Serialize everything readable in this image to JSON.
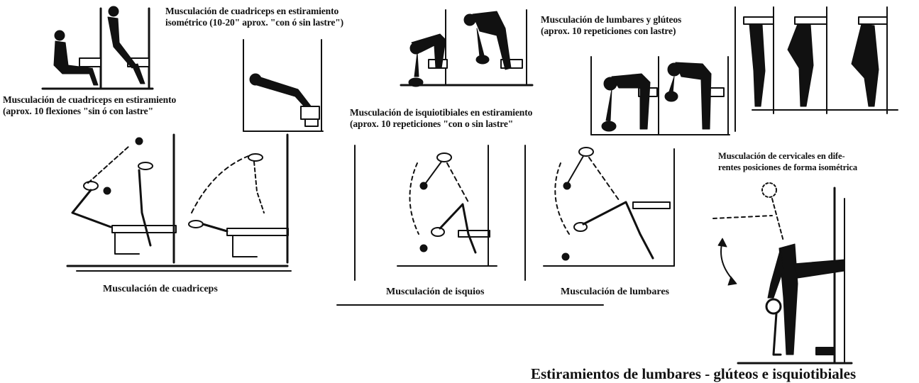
{
  "captions": {
    "quad_isometric": [
      "Musculación de cuadriceps en estiramiento",
      "isométrico (10-20\" aprox. \"con ó sin lastre\")"
    ],
    "quad_flexions": [
      "Musculación de cuadriceps en estiramiento",
      "(aprox. 10 flexiones \"sin ó con lastre\""
    ],
    "lumbar_gluteos": [
      "Musculación de lumbares y glúteos",
      "(aprox. 10 repeticiones con lastre)"
    ],
    "isquio_stretch": [
      "Musculación de isquiotibiales en estiramiento",
      "(aprox. 10 repeticiones \"con o sin lastre\""
    ],
    "cervicales": [
      "Musculación de cervicales en dife-",
      "rentes posiciones de forma isométrica"
    ]
  },
  "labels": {
    "cuadriceps": "Musculación de cuadriceps",
    "isquios": "Musculación de isquios",
    "lumbares": "Musculación de lumbares"
  },
  "title": "Estiramientos de lumbares - glúteos e isquiotibiales",
  "colors": {
    "ink": "#111111",
    "background": "#ffffff"
  }
}
